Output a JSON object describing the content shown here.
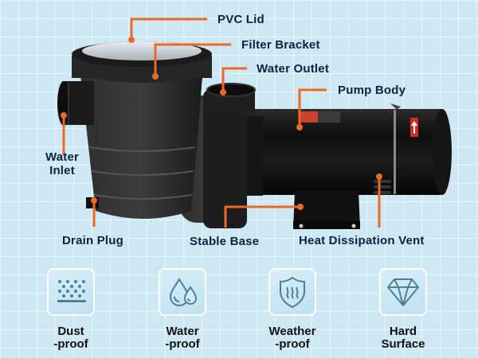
{
  "colors": {
    "background": "#cde8f3",
    "label_text": "#0f2140",
    "callout_line": "#ea6a25",
    "icon_stroke": "#4d7f99",
    "feature_text": "#111111"
  },
  "callouts": [
    {
      "id": "pvc-lid",
      "label": "PVC Lid"
    },
    {
      "id": "filter-bracket",
      "label": "Filter Bracket"
    },
    {
      "id": "water-outlet",
      "label": "Water Outlet"
    },
    {
      "id": "pump-body",
      "label": "Pump Body"
    },
    {
      "id": "water-inlet",
      "label_line1": "Water",
      "label_line2": "Inlet"
    },
    {
      "id": "drain-plug",
      "label": "Drain Plug"
    },
    {
      "id": "stable-base",
      "label": "Stable Base"
    },
    {
      "id": "heat-dissipation-vent",
      "label": "Heat Dissipation Vent"
    }
  ],
  "features": [
    {
      "icon": "dust-particles-icon",
      "line1": "Dust",
      "line2": "-proof"
    },
    {
      "icon": "water-drops-icon",
      "line1": "Water",
      "line2": "-proof"
    },
    {
      "icon": "shield-heat-icon",
      "line1": "Weather",
      "line2": "-proof"
    },
    {
      "icon": "diamond-icon",
      "line1": "Hard",
      "line2": "Surface"
    }
  ]
}
